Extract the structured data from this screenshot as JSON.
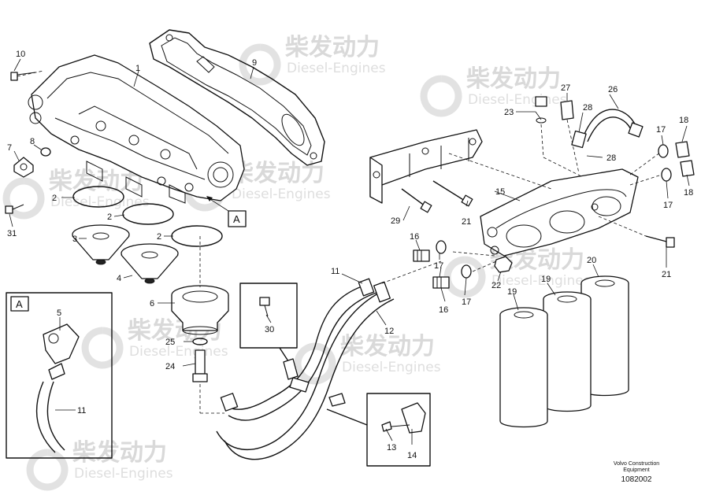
{
  "watermark": {
    "cn": "柴发动力",
    "en": "Diesel-Engines"
  },
  "callouts": [
    {
      "id": "c1",
      "text": "1"
    },
    {
      "id": "c2a",
      "text": "2"
    },
    {
      "id": "c2b",
      "text": "2"
    },
    {
      "id": "c2c",
      "text": "2"
    },
    {
      "id": "c3",
      "text": "3"
    },
    {
      "id": "c4",
      "text": "4"
    },
    {
      "id": "c5",
      "text": "5"
    },
    {
      "id": "c6",
      "text": "6"
    },
    {
      "id": "c7",
      "text": "7"
    },
    {
      "id": "c8",
      "text": "8"
    },
    {
      "id": "c9",
      "text": "9"
    },
    {
      "id": "c10",
      "text": "10"
    },
    {
      "id": "c11a",
      "text": "11"
    },
    {
      "id": "c11b",
      "text": "11"
    },
    {
      "id": "c12",
      "text": "12"
    },
    {
      "id": "c13",
      "text": "13"
    },
    {
      "id": "c14",
      "text": "14"
    },
    {
      "id": "c15",
      "text": "15"
    },
    {
      "id": "c16a",
      "text": "16"
    },
    {
      "id": "c16b",
      "text": "16"
    },
    {
      "id": "c17a",
      "text": "17"
    },
    {
      "id": "c17b",
      "text": "17"
    },
    {
      "id": "c17c",
      "text": "17"
    },
    {
      "id": "c17d",
      "text": "17"
    },
    {
      "id": "c18a",
      "text": "18"
    },
    {
      "id": "c18b",
      "text": "18"
    },
    {
      "id": "c19a",
      "text": "19"
    },
    {
      "id": "c19b",
      "text": "19"
    },
    {
      "id": "c20",
      "text": "20"
    },
    {
      "id": "c21a",
      "text": "21"
    },
    {
      "id": "c21b",
      "text": "21"
    },
    {
      "id": "c22",
      "text": "22"
    },
    {
      "id": "c23",
      "text": "23"
    },
    {
      "id": "c24",
      "text": "24"
    },
    {
      "id": "c25",
      "text": "25"
    },
    {
      "id": "c26",
      "text": "26"
    },
    {
      "id": "c27",
      "text": "27"
    },
    {
      "id": "c28a",
      "text": "28"
    },
    {
      "id": "c28b",
      "text": "28"
    },
    {
      "id": "c29",
      "text": "29"
    },
    {
      "id": "c30",
      "text": "30"
    },
    {
      "id": "c31",
      "text": "31"
    }
  ],
  "detail": {
    "marker": "A",
    "inset_label": "A"
  },
  "footer": {
    "line1": "Volvo Construction",
    "line2": "Equipment",
    "code": "1082002"
  }
}
